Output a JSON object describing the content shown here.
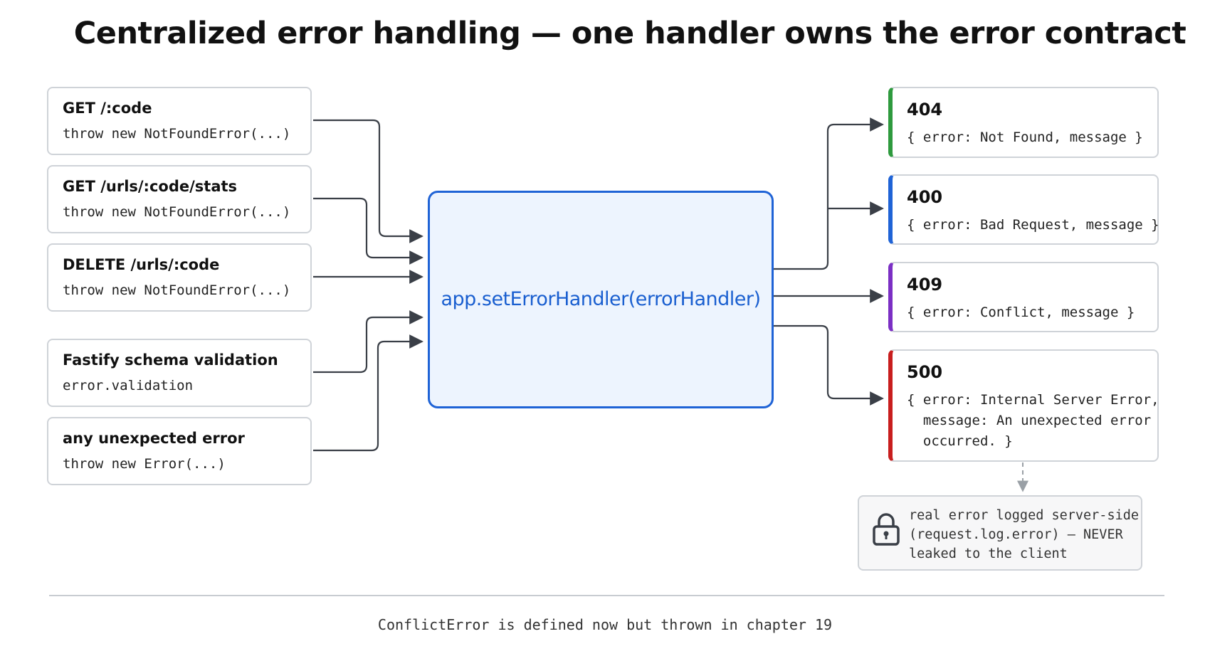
{
  "title": "Centralized error handling — one handler owns the error contract",
  "sources": [
    {
      "route": "GET /:code",
      "code": "throw new NotFoundError(...)"
    },
    {
      "route": "GET /urls/:code/stats",
      "code": "throw new NotFoundError(...)"
    },
    {
      "route": "DELETE /urls/:code",
      "code": "throw new NotFoundError(...)"
    },
    {
      "route": "Fastify schema validation",
      "code": "error.validation"
    },
    {
      "route": "any unexpected error",
      "code": "throw new Error(...)"
    }
  ],
  "handler": {
    "label": "app.setErrorHandler(errorHandler)"
  },
  "responses": [
    {
      "status": "404",
      "body": "{ error: Not Found, message }",
      "color": "#2e9a3e"
    },
    {
      "status": "400",
      "body": "{ error: Bad Request, message }",
      "color": "#1f63d6"
    },
    {
      "status": "409",
      "body": "{ error: Conflict, message }",
      "color": "#7b2fc4"
    },
    {
      "status": "500",
      "body": "{ error: Internal Server Error,\n  message: An unexpected error\n  occurred. }",
      "color": "#c81e1e"
    }
  ],
  "note": {
    "text": "real error logged server-side\n(request.log.error) — NEVER\nleaked to the client",
    "icon": "lock-icon"
  },
  "footnote": "ConflictError is defined now but thrown in chapter 19",
  "colors": {
    "accent": "#1f63d6",
    "wire": "#3a3f47",
    "border": "#cfd3d8"
  }
}
